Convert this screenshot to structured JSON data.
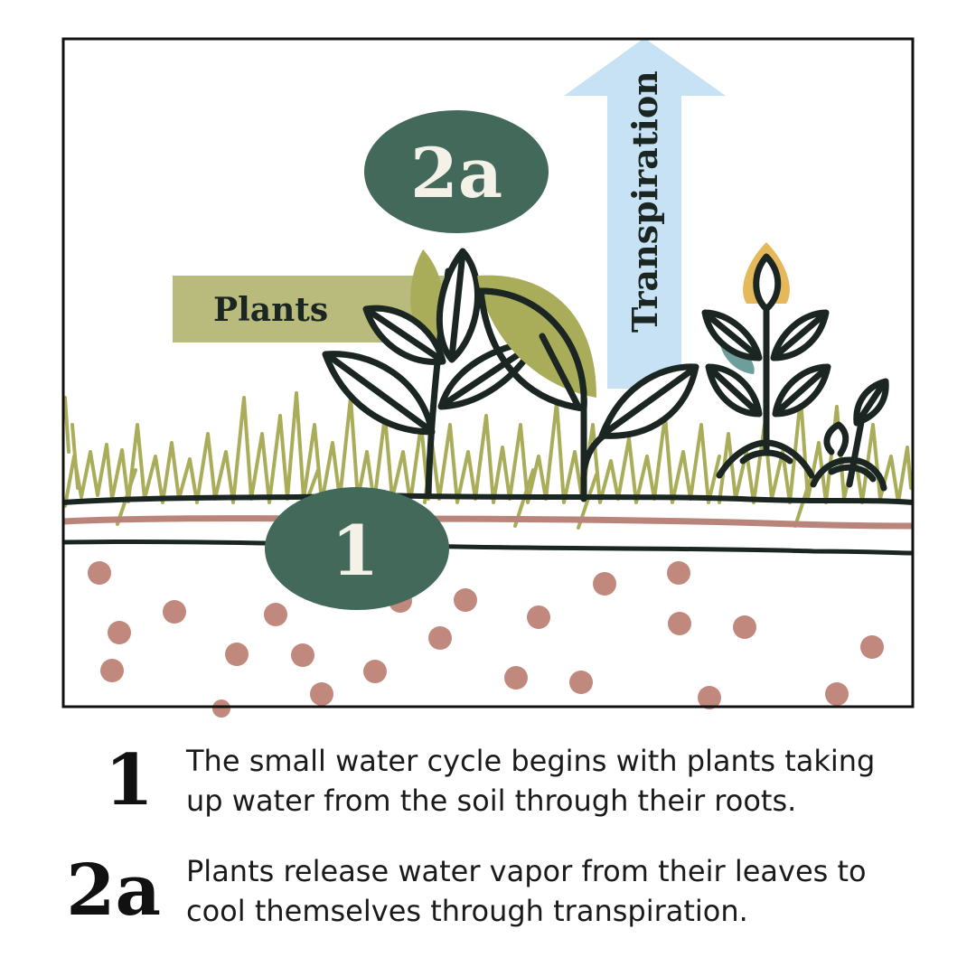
{
  "diagram": {
    "markers": {
      "marker_1": "1",
      "marker_2a": "2a"
    },
    "labels": {
      "plants": "Plants",
      "transpiration": "Transpiration"
    },
    "colors": {
      "marker_fill": "#42695a",
      "marker_text": "#f4f1e8",
      "plants_tag": "#b9bb7c",
      "arrow": "#c7e2f4",
      "grass": "#a9ad5a",
      "soil_line": "#b9857a",
      "soil_dot": "#c1897e",
      "outline": "#1b2622",
      "flame": "#e6b85c",
      "teal_leaf": "#6e9e9c"
    }
  },
  "captions": [
    {
      "number": "1",
      "text_line1": "The small water cycle begins with plants taking",
      "text_line2": "up water from the soil through their roots."
    },
    {
      "number": "2a",
      "text_line1": "Plants release water vapor from their leaves to",
      "text_line2": "cool themselves through transpiration."
    }
  ]
}
